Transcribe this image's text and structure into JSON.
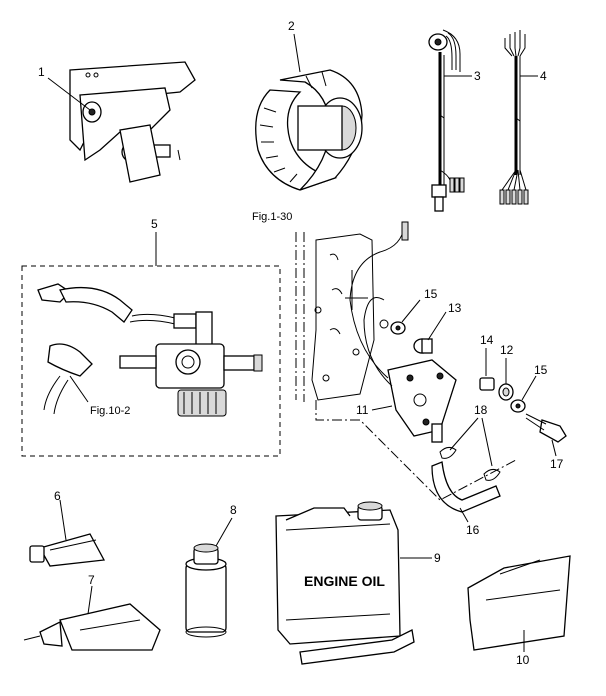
{
  "callouts": {
    "c1": "1",
    "c2": "2",
    "c3": "3",
    "c4": "4",
    "c5": "5",
    "c6": "6",
    "c7": "7",
    "c8": "8",
    "c9": "9",
    "c10": "10",
    "c11": "11",
    "c12": "12",
    "c13": "13",
    "c14": "14",
    "c15a": "15",
    "c15b": "15",
    "c16": "16",
    "c17": "17",
    "c18": "18"
  },
  "references": {
    "fig_1_30": "Fig.1-30",
    "fig_10_2": "Fig.10-2"
  },
  "labels": {
    "engine_oil_brand": "ENGINE OIL"
  }
}
